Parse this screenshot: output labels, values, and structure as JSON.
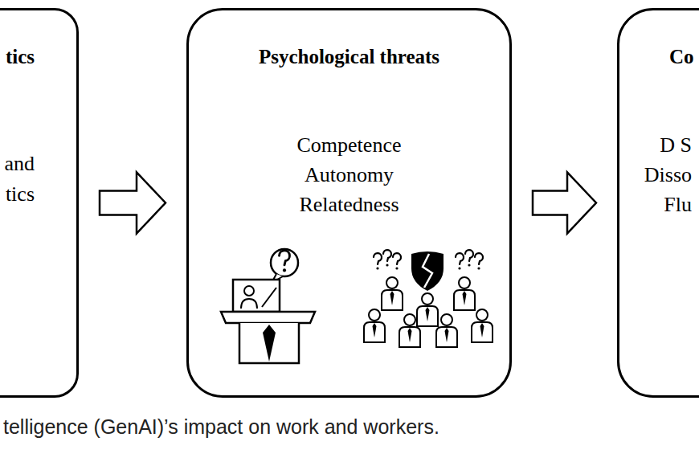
{
  "diagram": {
    "caption": "telligence (GenAI)’s impact on work and workers.",
    "nodes": [
      {
        "text": [
          "tics",
          "and tics"
        ]
      },
      {
        "text": [
          "Psychological threats",
          "Competence Autonomy Relatedness"
        ]
      },
      {
        "text": [
          "Co",
          "D S Disso Flu"
        ]
      }
    ],
    "edges": [
      {
        "from": 0,
        "to": 1,
        "arrow": "to"
      },
      {
        "from": 1,
        "to": 2,
        "arrow": "to"
      }
    ]
  }
}
